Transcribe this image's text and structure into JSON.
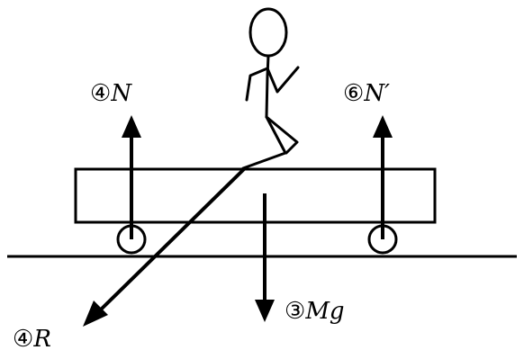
{
  "labels": {
    "normal_left": {
      "marker": "④",
      "symbol": "N"
    },
    "normal_right": {
      "marker": "⑥",
      "symbol": "N′"
    },
    "weight": {
      "marker": "③",
      "symbol": "Mg"
    },
    "reaction": {
      "marker": "④",
      "symbol": "R"
    }
  },
  "colors": {
    "ink": "#000000",
    "background": "#ffffff"
  }
}
